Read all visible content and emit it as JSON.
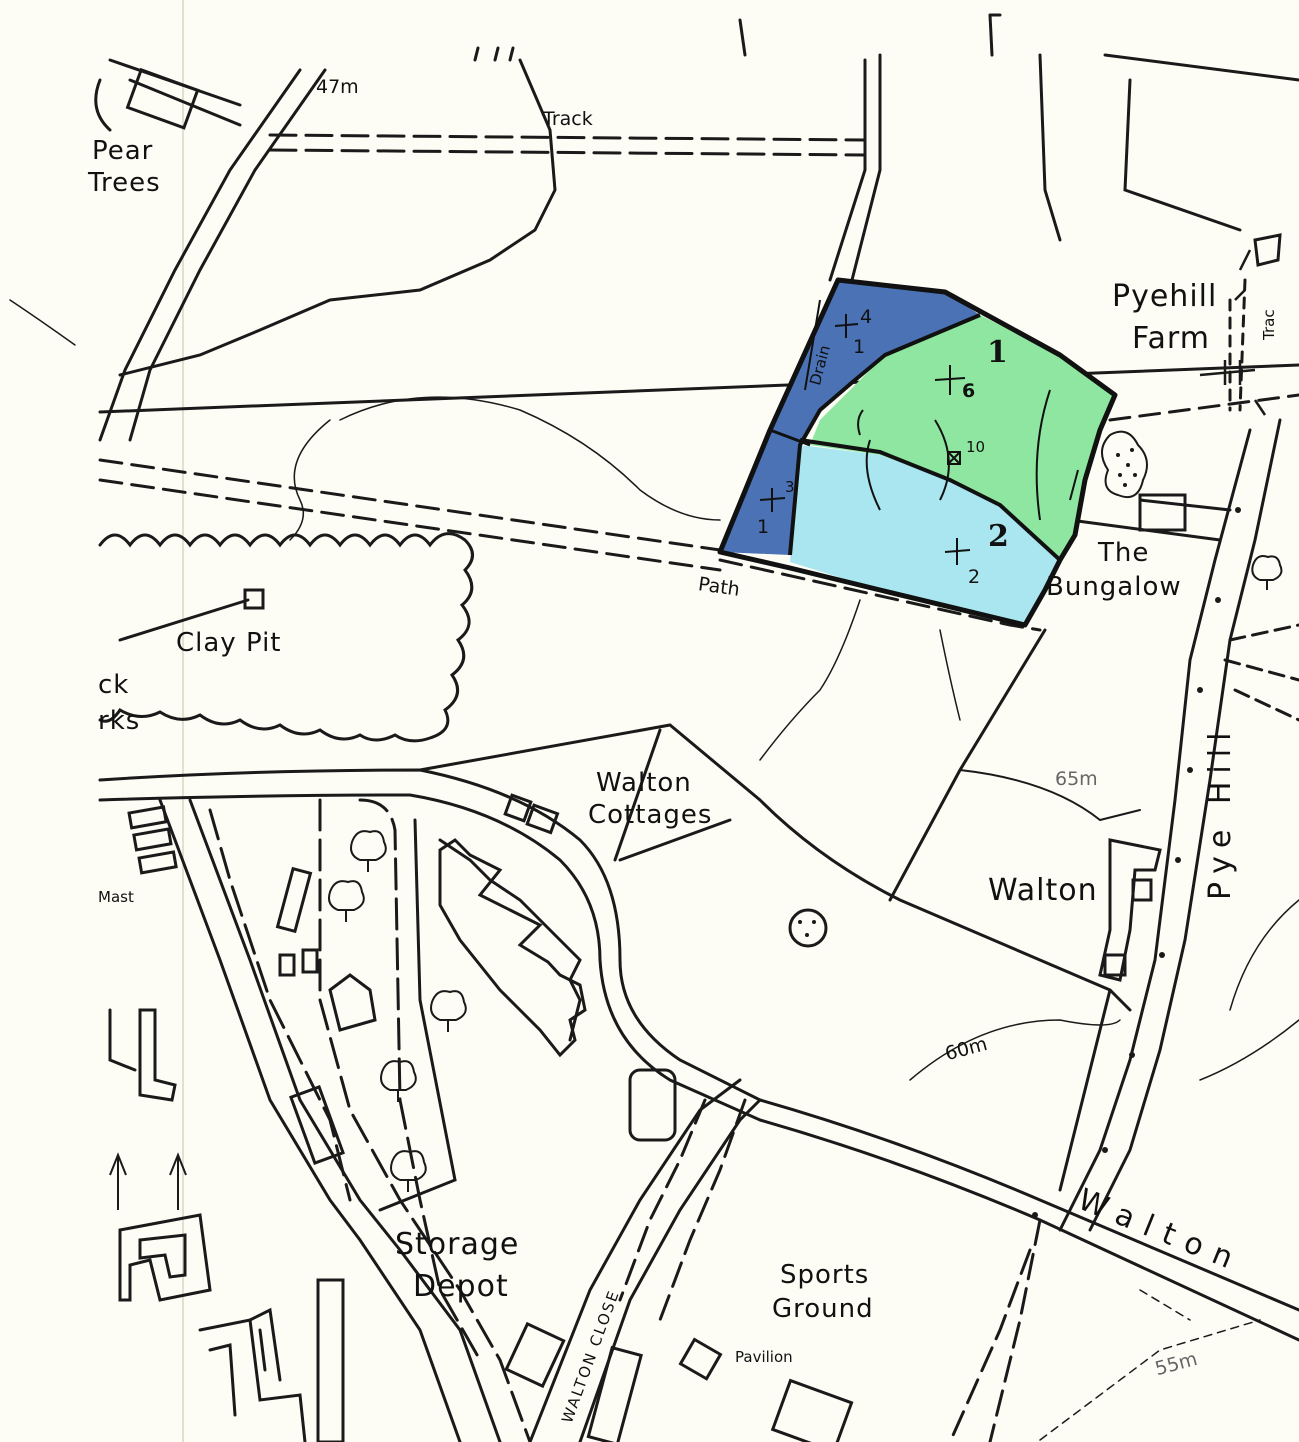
{
  "map": {
    "colors": {
      "paper": "#fdfdf6",
      "ink": "#1a1a1a",
      "zone_dark_blue": "#4a72b5",
      "zone_green": "#8fe6a0",
      "zone_light_blue": "#a9e6ef",
      "boundary": "#111111"
    },
    "labels": {
      "pear_trees_1": "Pear",
      "pear_trees_2": "Trees",
      "contour_47": "47m",
      "track_top": "Track",
      "pyehill_1": "Pyehill",
      "pyehill_2": "Farm",
      "track_right": "Trac",
      "the_bungalow_1": "The",
      "the_bungalow_2": "Bungalow",
      "path": "Path",
      "clay_pit": "Clay Pit",
      "brick_works_1": "ck",
      "brick_works_2": "rks",
      "walton_cottages_1": "Walton",
      "walton_cottages_2": "Cottages",
      "contour_65": "65m",
      "walton_house": "Walton",
      "pye_hill": "Pye Hill",
      "contour_60": "60m",
      "mast": "Mast",
      "storage_1": "Storage",
      "storage_2": "Depot",
      "walton_close": "WALTON CLOSE",
      "sports_1": "Sports",
      "sports_2": "Ground",
      "pavilion": "Pavilion",
      "walton_road": "Walton",
      "contour_55": "55m",
      "drain": "Drain"
    },
    "annotations": {
      "zone_1": "1",
      "zone_2": "2",
      "pt_4": "4",
      "pt_4_sub": "1",
      "pt_6": "6",
      "pt_3": "3",
      "pt_3_sub": "1",
      "pt_2": "2",
      "pt_10": "10"
    }
  }
}
